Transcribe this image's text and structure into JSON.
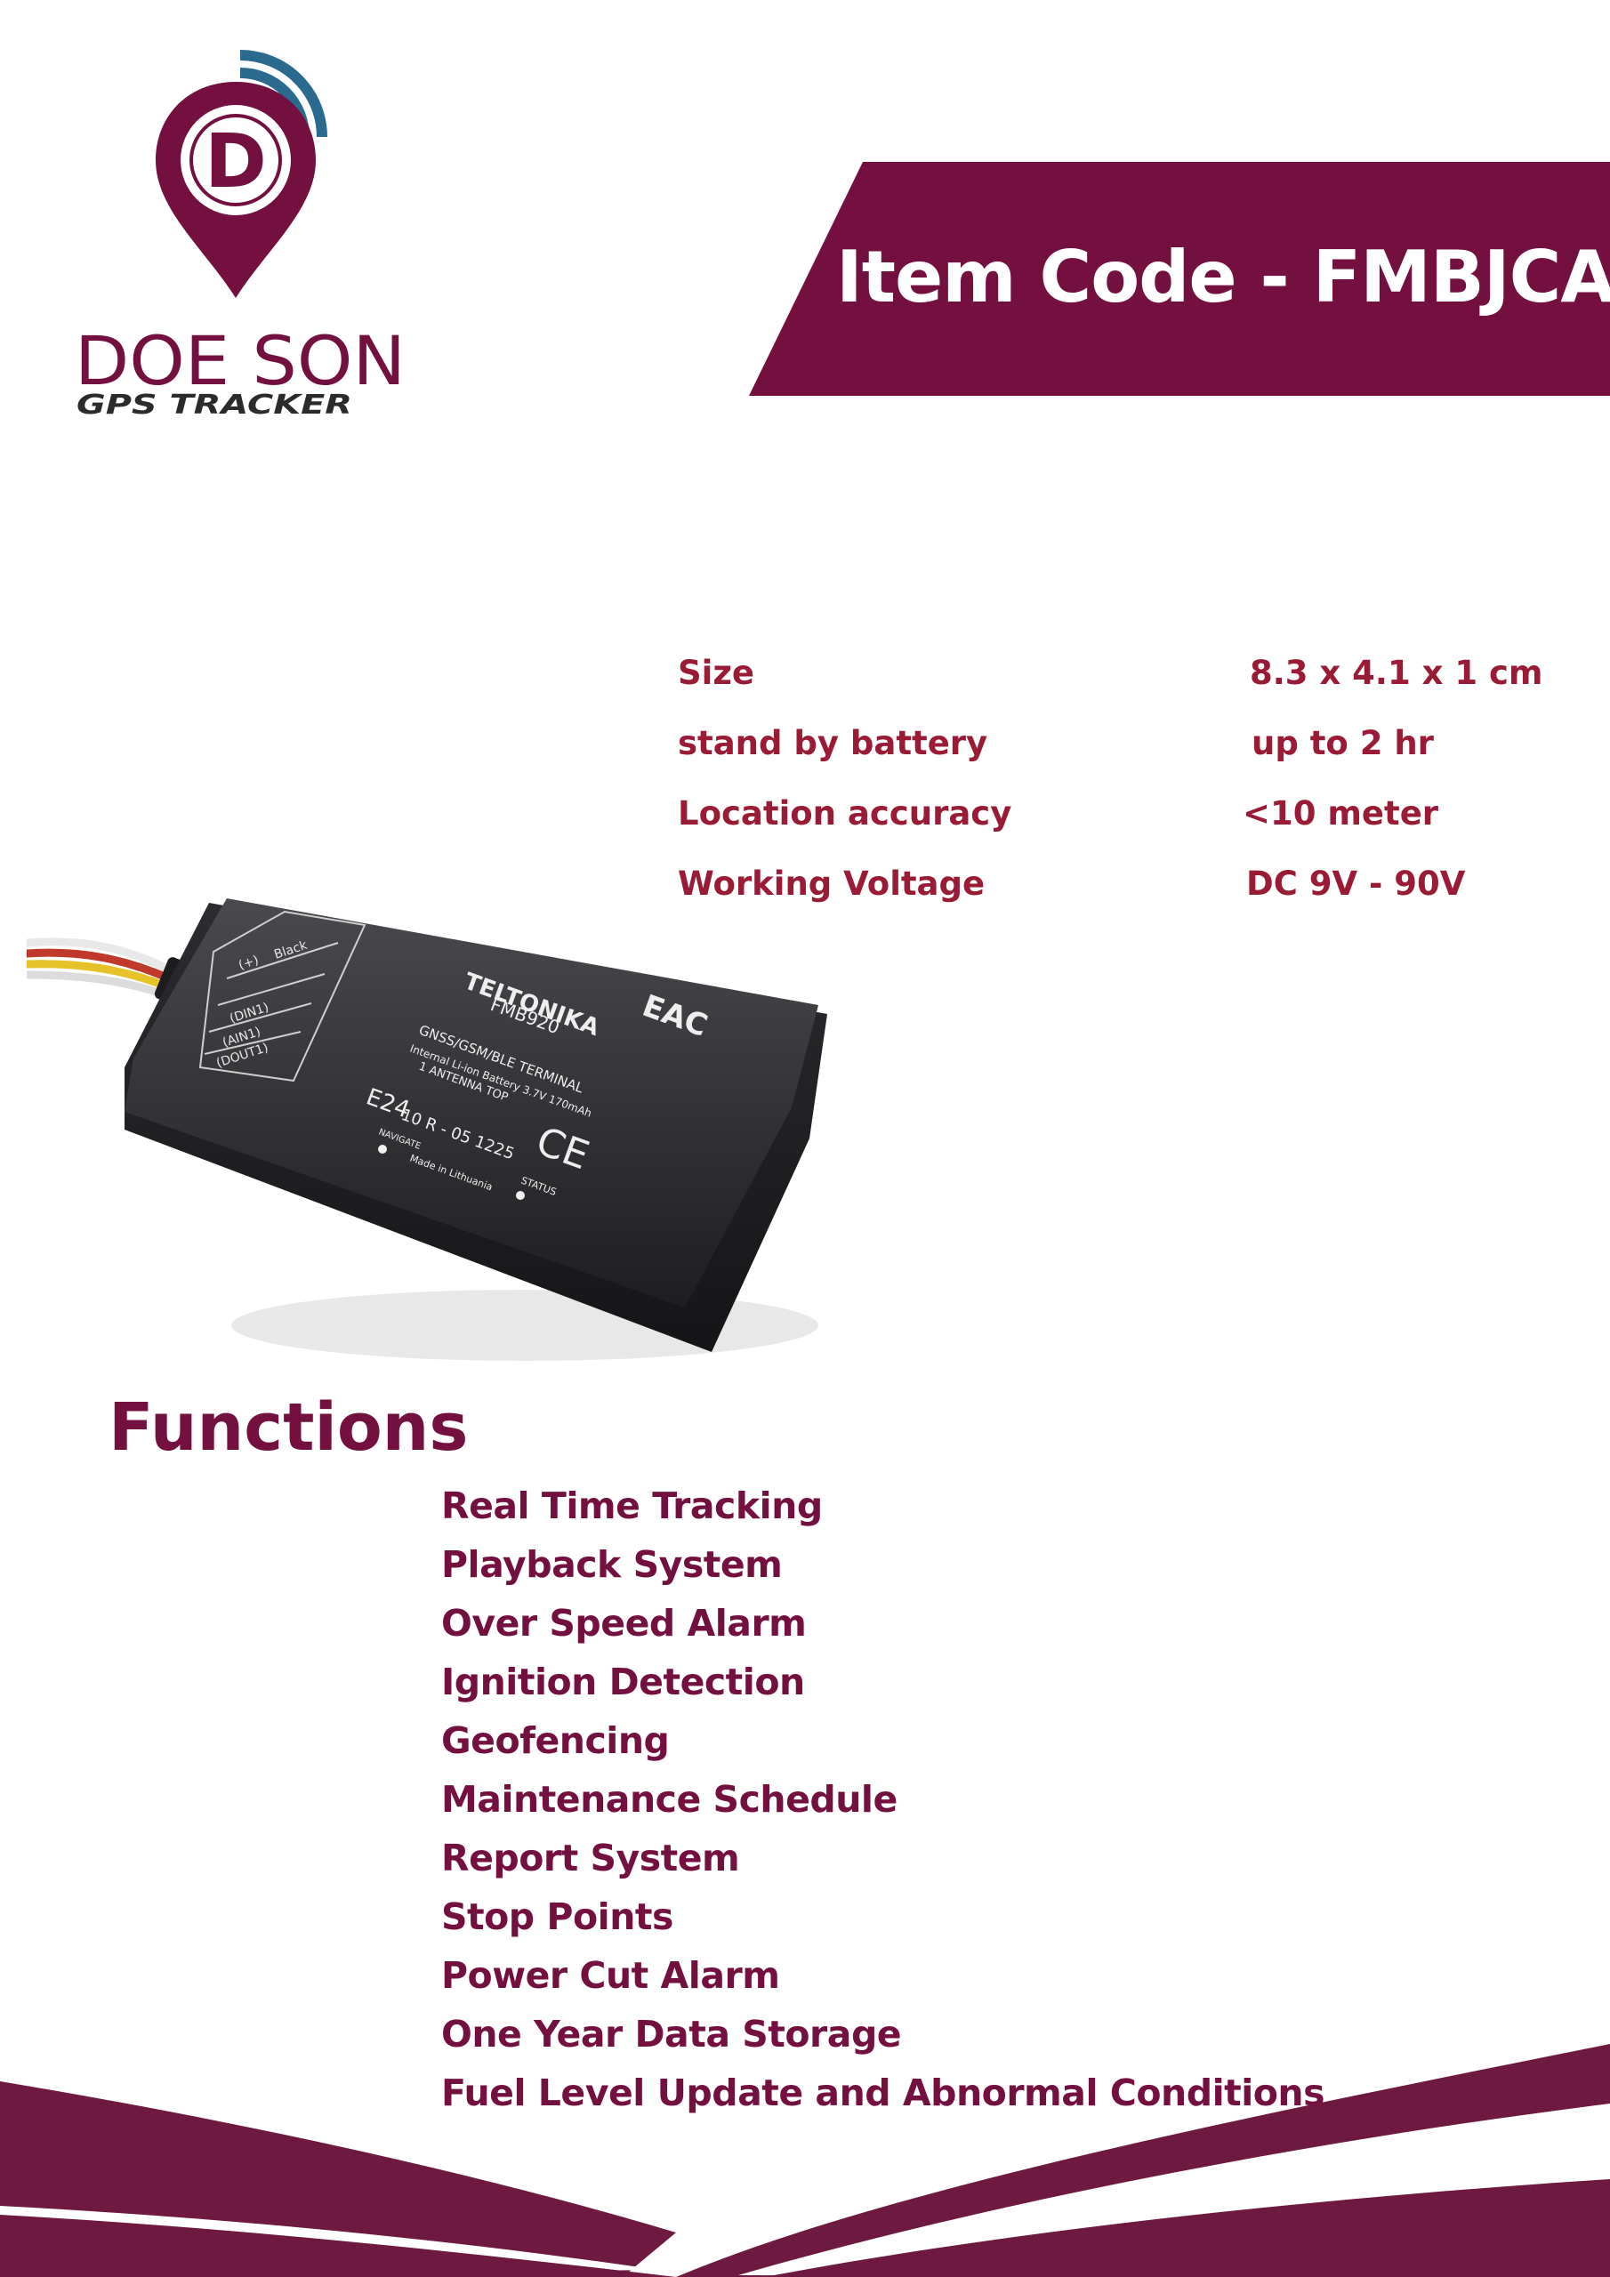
{
  "brand": {
    "logo_letter": "D",
    "logo_name": "DOE SON",
    "logo_tagline": "GPS TRACKER",
    "primary_color": "#73103f",
    "secondary_color": "#2b6a8f",
    "spec_color": "#9a1b35"
  },
  "banner": {
    "item_code": "Item Code - FMBJCA"
  },
  "specs": [
    {
      "label": "Size",
      "value": "8.3 x 4.1 x 1 cm"
    },
    {
      "label": "stand by battery",
      "value": "up to 2 hr"
    },
    {
      "label": "Location accuracy",
      "value": "<10 meter"
    },
    {
      "label": "Working Voltage",
      "value": "DC 9V - 90V"
    }
  ],
  "device": {
    "brand_label": "TELTONIKA",
    "model": "FMB920",
    "terminal": "GNSS/GSM/BLE TERMINAL",
    "battery_note": "Internal Li-ion Battery 3.7V 170mAh",
    "antenna_note": "1 ANTENNA TOP",
    "ce_mark": "CE",
    "eac_mark": "EAC",
    "e_mark": "E24",
    "cert": "10 R - 05 1225",
    "made_in": "Made in Lithuania",
    "status_label": "STATUS",
    "navigate_label": "NAVIGATE",
    "pins": [
      "(+)",
      "Black",
      "(DIN1)",
      "(AIN1)",
      "(DOUT1)"
    ]
  },
  "functions": {
    "title": "Functions",
    "items": [
      "Real Time Tracking",
      "Playback System",
      "Over Speed Alarm",
      "Ignition Detection",
      "Geofencing",
      "Maintenance Schedule",
      "Report System",
      "Stop Points",
      "Power Cut Alarm",
      "One Year Data Storage",
      "Fuel Level Update and Abnormal Conditions"
    ]
  }
}
